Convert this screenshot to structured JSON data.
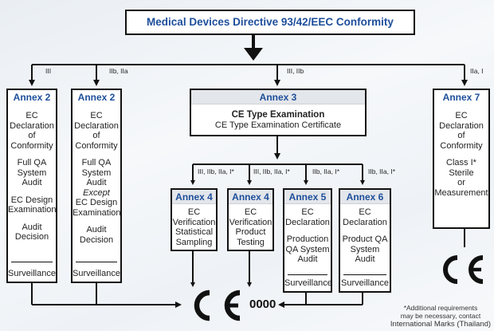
{
  "header": {
    "title": "Medical Devices Directive 93/42/EEC Conformity"
  },
  "branch_labels": {
    "b1": "III",
    "b2": "IIb, IIa",
    "b3": "III, IIb",
    "b4": "IIa, I"
  },
  "sub_labels": {
    "s1": "III, IIb, IIa, I*",
    "s2": "III, IIb, IIa, I*",
    "s3": "IIb, IIa, I*",
    "s4": "IIb, IIa, I*"
  },
  "annex2a": {
    "title": "Annex 2",
    "l1": "EC",
    "l2": "Declaration",
    "l3": "of",
    "l4": "Conformity",
    "l5": "Full QA",
    "l6": "System",
    "l7": "Audit",
    "l8": "EC Design",
    "l9": "Examination",
    "l10": "Audit",
    "l11": "Decision",
    "surv": "Surveillance"
  },
  "annex2b": {
    "title": "Annex 2",
    "l1": "EC",
    "l2": "Declaration",
    "l3": "of",
    "l4": "Conformity",
    "l5": "Full QA",
    "l6": "System",
    "l7": "Audit",
    "l7b": "Except",
    "l8": "EC Design",
    "l9": "Examination",
    "l10": "Audit",
    "l11": "Decision",
    "surv": "Surveillance"
  },
  "annex3": {
    "title": "Annex 3",
    "main": "CE Type Examination",
    "sub": "CE Type Examination Certificate"
  },
  "annex7": {
    "title": "Annex 7",
    "l1": "EC",
    "l2": "Declaration",
    "l3": "of",
    "l4": "Conformity",
    "l5": "Class I*",
    "l6": "Sterile",
    "l7": "or",
    "l8": "Measurement"
  },
  "annex4a": {
    "title": "Annex 4",
    "l1": "EC",
    "l2": "Verification",
    "l3": "Statistical",
    "l4": "Sampling"
  },
  "annex4b": {
    "title": "Annex 4",
    "l1": "EC",
    "l2": "Verification",
    "l3": "Product",
    "l4": "Testing"
  },
  "annex5": {
    "title": "Annex 5",
    "l1": "EC",
    "l2": "Declaration",
    "l3": "Production",
    "l4": "QA System",
    "l5": "Audit",
    "surv": "Surveillance"
  },
  "annex6": {
    "title": "Annex 6",
    "l1": "EC",
    "l2": "Declaration",
    "l3": "Product QA",
    "l4": "System",
    "l5": "Audit",
    "surv": "Surveillance"
  },
  "ce_marks": {
    "notified_body_number": "0000"
  },
  "footnote": {
    "l1": "*Additional requirements",
    "l2": "may be necessary, contact",
    "l3": "International Marks (Thailand)"
  },
  "colors": {
    "annex_title": "#1d4e9b",
    "lines": "#111111",
    "title_band": "#e3e6ea"
  }
}
